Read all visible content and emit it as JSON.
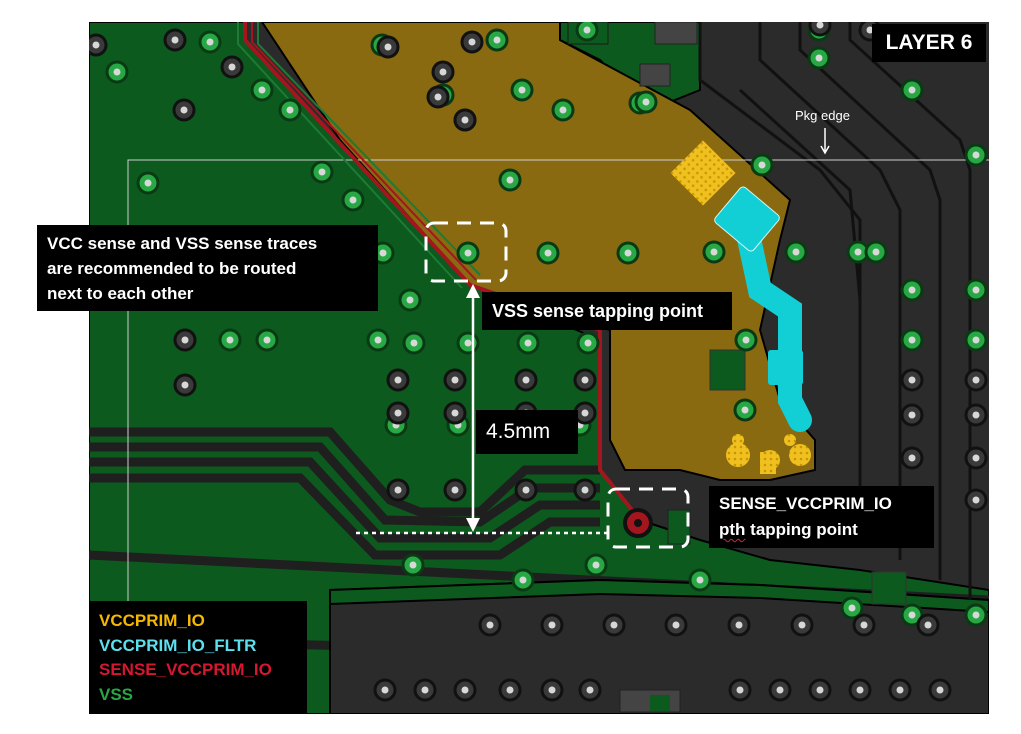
{
  "layer_title": "LAYER 6",
  "note": {
    "line1": "VCC sense  and VSS sense traces",
    "line2": "are recommended to be routed",
    "line3": "next to each other"
  },
  "vss_tapping_label": "VSS sense tapping point",
  "dimension_label": "4.5mm",
  "sense_tapping": {
    "line1": "SENSE_VCCPRIM_IO",
    "line2_a": "pth",
    "line2_b": " tapping point"
  },
  "pkg_edge_label": "Pkg edge",
  "legend": [
    {
      "label": "VCCPRIM_IO",
      "color": "#f5b800"
    },
    {
      "label": "VCCPRIM_IO_FLTR",
      "color": "#5de0ee"
    },
    {
      "label": "SENSE_VCCPRIM_IO",
      "color": "#d51830"
    },
    {
      "label": "VSS",
      "color": "#27a844"
    }
  ],
  "colors": {
    "background": "#2b2b2b",
    "vss_plane": "#0c5a1e",
    "vcc_plane": "#8a6a10",
    "fltr": "#12cfd6",
    "sense": "#a3161e"
  }
}
